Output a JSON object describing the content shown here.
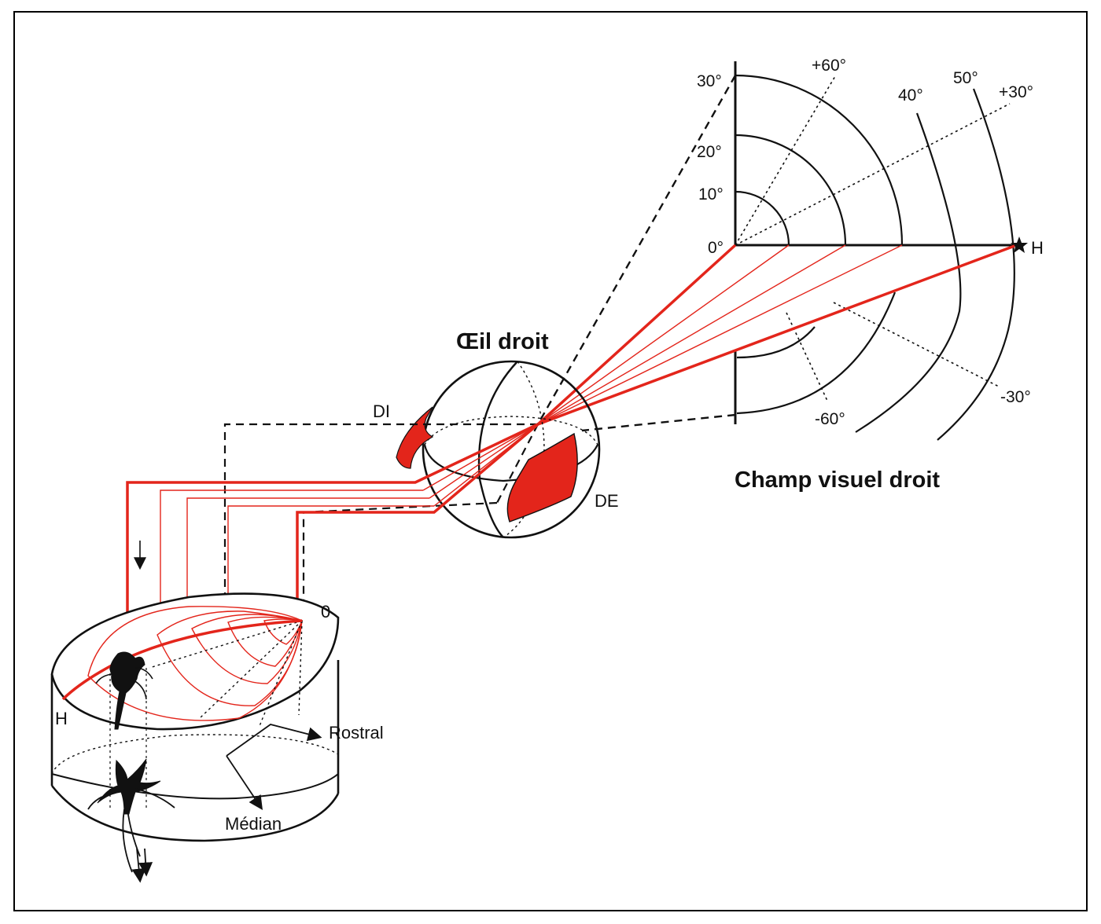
{
  "colors": {
    "red": "#e3251b",
    "black": "#111111",
    "paper": "#ffffff"
  },
  "field": {
    "title": "Champ visuel droit",
    "ring_labels": [
      "10°",
      "20°",
      "30°"
    ],
    "zero_label": "0°",
    "arc_labels": [
      "40°",
      "50°"
    ],
    "meridian_labels": {
      "p60": "+60°",
      "p30": "+30°",
      "m30": "-30°",
      "m60": "-60°"
    },
    "horizon_label": "H"
  },
  "eye": {
    "title": "Œil droit",
    "dorsal_label": "DI",
    "lateral_label": "DE"
  },
  "colliculus": {
    "origin_label": "0",
    "horizon_label": "H",
    "rostral_label": "Rostral",
    "median_label": "Médian"
  }
}
